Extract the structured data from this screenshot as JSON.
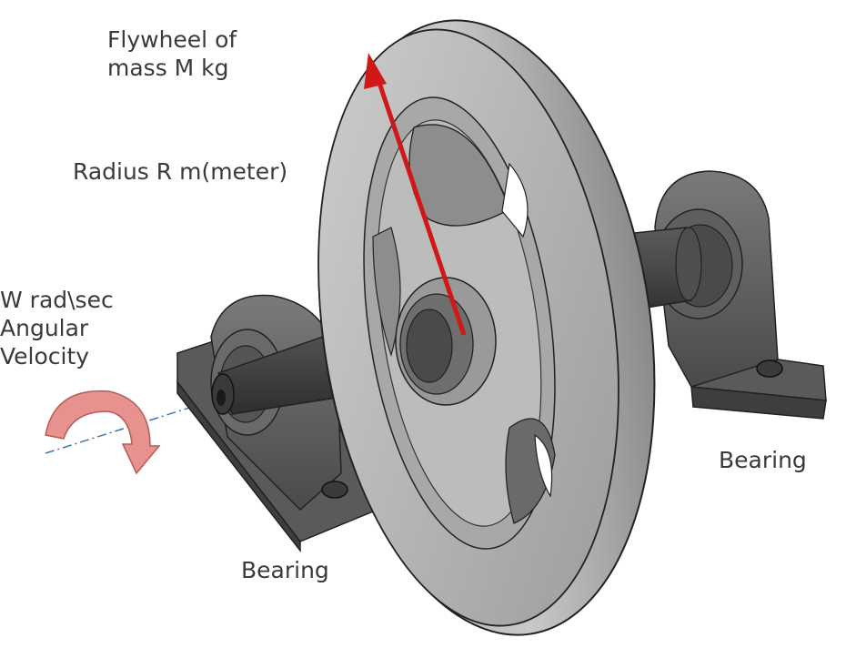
{
  "labels": {
    "flywheel": [
      "Flywheel of",
      "mass M kg"
    ],
    "radius": "Radius R m(meter)",
    "angular": [
      "W  rad\\sec",
      "Angular",
      "Velocity"
    ],
    "bearing_left": "Bearing",
    "bearing_right": "Bearing"
  },
  "colors": {
    "radius_arrow": "#d01818",
    "rotation_arrow": "#e8928f",
    "metal_dark": "#3f3f3f",
    "metal_mid": "#6e6e6e",
    "metal_light": "#b4b4b4",
    "axis_line": "#3b78b0"
  }
}
